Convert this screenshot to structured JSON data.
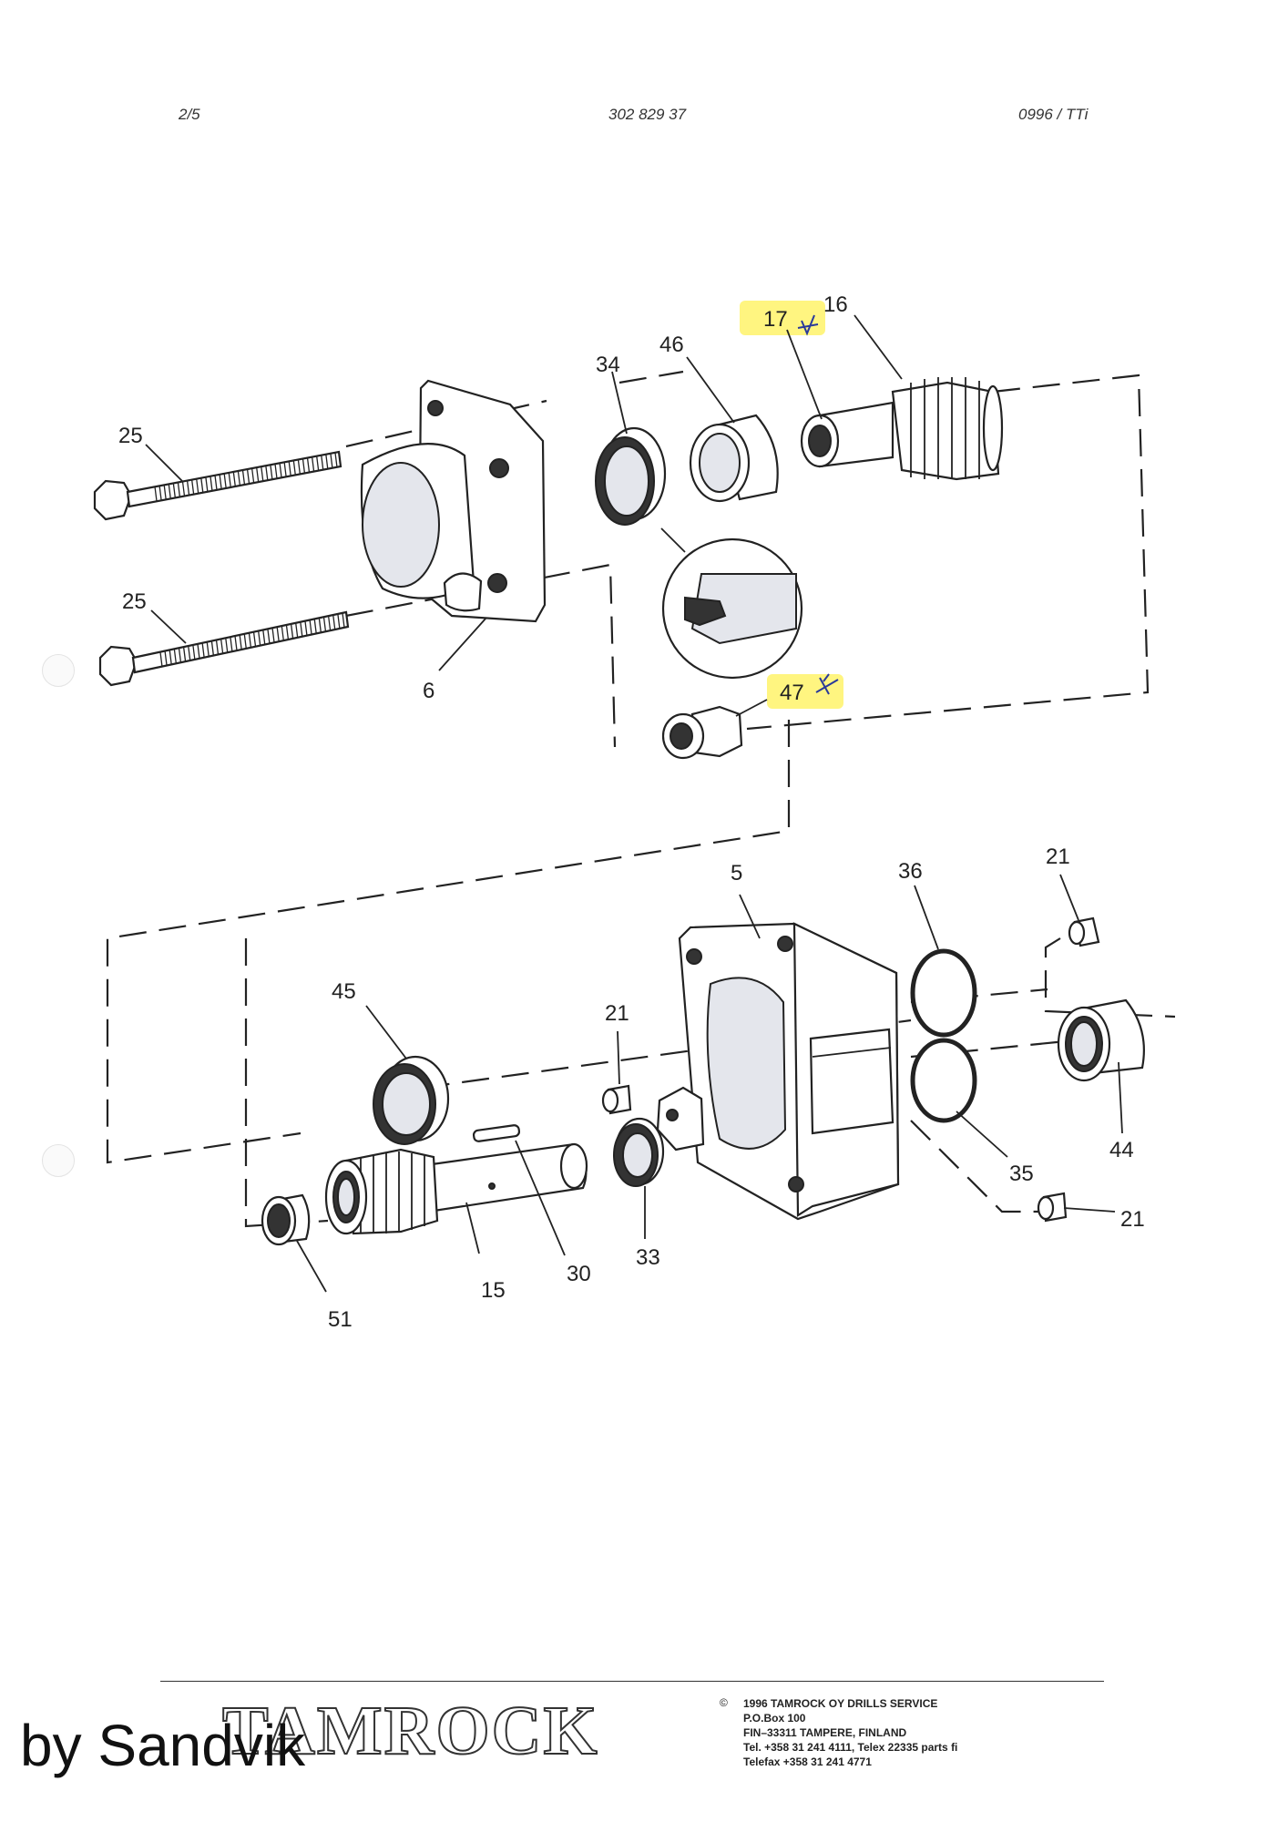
{
  "header": {
    "page": "2/5",
    "document_number": "302 829 37",
    "revision": "0996 / TTi"
  },
  "callouts": {
    "c25a": "25",
    "c25b": "25",
    "c6": "6",
    "c34": "34",
    "c46": "46",
    "c17": "17",
    "c16": "16",
    "c47": "47",
    "c5": "5",
    "c36": "36",
    "c21a": "21",
    "c21b": "21",
    "c21c": "21",
    "c45": "45",
    "c44": "44",
    "c35": "35",
    "c33": "33",
    "c30": "30",
    "c15": "15",
    "c51": "51"
  },
  "highlight_color": "#fff36a",
  "footer": {
    "logo_text": "TAMROCK",
    "copyright_symbol": "©",
    "contact_lines": [
      "1996 TAMROCK OY DRILLS SERVICE",
      "P.O.Box 100",
      "FIN–33311 TAMPERE, FINLAND",
      "Tel. +358 31 241 4111, Telex 22335 parts fi",
      "Telefax +358 31 241 4771"
    ]
  },
  "watermark": "by Sandvik"
}
